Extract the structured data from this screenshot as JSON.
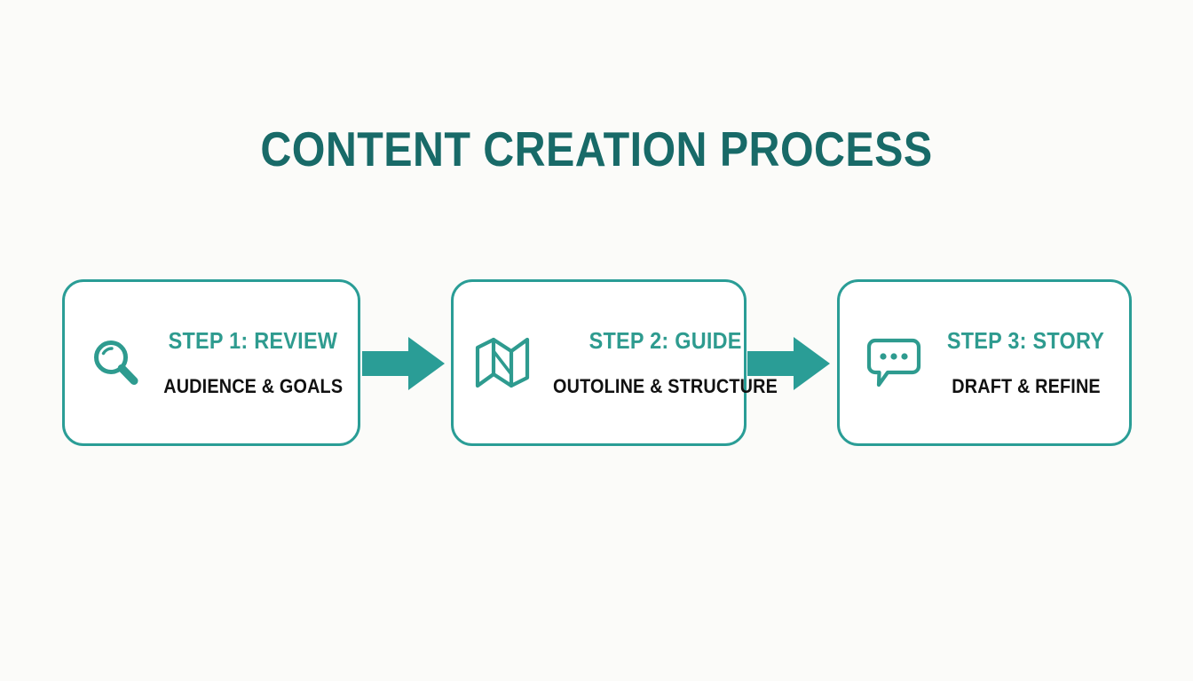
{
  "slide": {
    "title": "CONTENT CREATION PROCESS",
    "background_color": "#fbfbf9"
  },
  "colors": {
    "title_teal": "#186a68",
    "heading_teal": "#2e9b8f",
    "border_teal": "#2a9d96",
    "arrow_teal": "#2a9d96",
    "subtitle_black": "#111111",
    "card_background": "#ffffff"
  },
  "steps": [
    {
      "icon": "magnifying-glass-icon",
      "heading": "STEP 1: REVIEW",
      "subtitle": "AUDIENCE & GOALS"
    },
    {
      "icon": "folded-map-icon",
      "heading": "STEP 2: GUIDE",
      "subtitle": "OUTOLINE & STRUCTURE"
    },
    {
      "icon": "speech-bubble-icon",
      "heading": "STEP 3: STORY",
      "subtitle": "DRAFT & REFINE"
    }
  ],
  "connectors": [
    {
      "name": "arrow-step1-to-step2",
      "direction": "right"
    },
    {
      "name": "arrow-step2-to-step3",
      "direction": "right"
    }
  ]
}
